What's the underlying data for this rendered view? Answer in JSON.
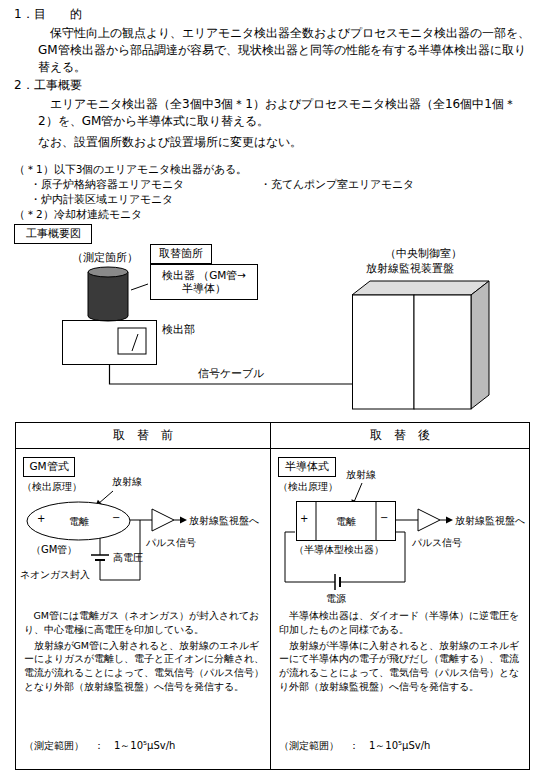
{
  "diagram": {
    "nodes": [
      {
        "text": [
          "工事概要図"
        ]
      },
      {
        "text": [
          "取替箇所"
        ]
      },
      {
        "text": [
          "検出器 （GM管→半導体）"
        ]
      },
      {
        "text": [
          "検出部"
        ]
      },
      {
        "text": [
          "放射線監視装置盤"
        ]
      },
      {
        "text": [
          "取　替　前"
        ]
      },
      {
        "text": [
          "取　替　後"
        ]
      },
      {
        "text": [
          "GM管には電離ガス（ネオンガス）が封入されており、中心電極に高電圧を印加している。",
          "放射線がGM管に入射されると、放射線のエネルギーによりガスが電離し、電子と正イオンに分離され、電流が流れることによって、電気信号（パルス信号）となり外部（放射線監視盤）へ信号を発信する。",
          "（測定範囲）　：　1～10⁵μSv/h"
        ]
      },
      {
        "text": [
          "GM管式"
        ],
        "in": 7
      },
      {
        "text": [
          "電離",
          "（GM管）"
        ],
        "in": 7
      },
      {
        "text": [
          "半導体検出器は、ダイオード（半導体）に逆電圧を印加したものと同様である。",
          "放射線が半導体に入射されると、放射線のエネルギーにて半導体内の電子が飛びだし（電離する）、電流が流れることによって、電気信号（パルス信号）となり外部（放射線監視盤）へ信号を発信する。",
          "（測定範囲）　：　1～10⁵μSv/h"
        ]
      },
      {
        "text": [
          "半導体式"
        ],
        "in": 10
      },
      {
        "text": [
          "電離",
          "（半導体型検出器）"
        ],
        "in": 10
      }
    ],
    "edges": [
      {
        "from": 3,
        "to": 4,
        "label": "信号ケーブル",
        "arrow": "none"
      }
    ],
    "labels": [
      "1．目　　的",
      "保守性向上の観点より、エリアモニタ検出器全数およびプロセスモニタ検出器の一部を、GM管検出器から部品調達が容易で、現状検出器と同等の性能を有する半導体検出器に取り替える。",
      "2．工事概要",
      "エリアモニタ検出器（全3個中3個＊1）およびプロセスモニタ検出器（全16個中1個＊2）を、GM管から半導体式に取り替える。",
      "なお、設置個所数および設置場所に変更はない。",
      "（＊1）以下3個のエリアモニタ検出器がある。",
      "・原子炉格納容器エリアモニタ",
      "・充てんポンプ室エリアモニタ",
      "・炉内計装区域エリアモニタ",
      "（＊2）冷却材連続モニタ",
      "（測定箇所）",
      "（中央制御室）",
      "（検出原理）",
      "放射線",
      "+",
      "−",
      "ネオンガス封入",
      "高電圧",
      "パルス信号",
      "放射線監視盤へ",
      "（検出原理）",
      "放射線",
      "+",
      "−",
      "電源",
      "パルス信号",
      "放射線監視盤へ"
    ]
  }
}
